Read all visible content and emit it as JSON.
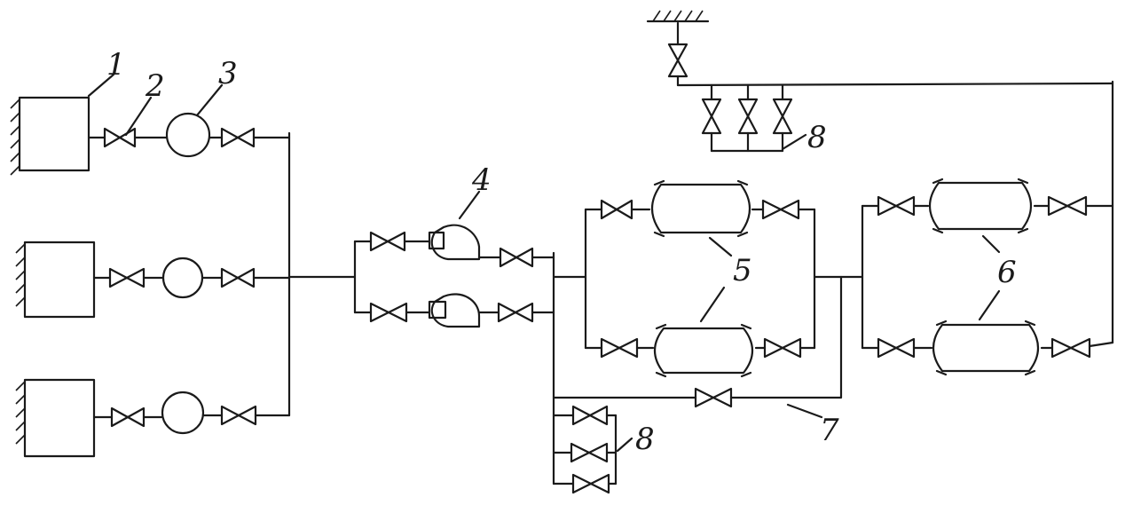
{
  "diagram": {
    "labels": {
      "l1": "1",
      "l2": "2",
      "l3": "3",
      "l4": "4",
      "l5": "5",
      "l6": "6",
      "l7": "7",
      "l8_top": "8",
      "l8_bottom": "8"
    },
    "stroke_color": "#1a1a1a",
    "background_color": "#ffffff"
  }
}
